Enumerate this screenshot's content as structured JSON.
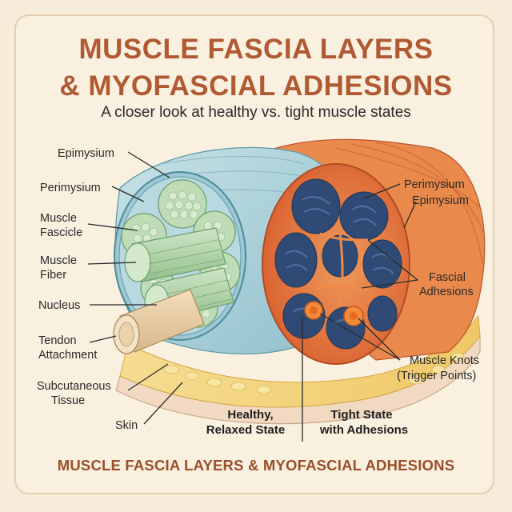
{
  "title_line1": "MUSCLE FASCIA LAYERS",
  "title_line2": "& MYOFASCIAL ADHESIONS",
  "subtitle": "A closer look at healthy vs. tight muscle states",
  "footer": "MUSCLE FASCIA LAYERS & MYOFASCIAL ADHESIONS",
  "labels": {
    "epimysium_left": "Epimysium",
    "perimysium_left": "Perimysium",
    "muscle_fascicle_1": "Muscle",
    "muscle_fascicle_2": "Fascicle",
    "muscle_fiber_1": "Muscle",
    "muscle_fiber_2": "Fiber",
    "nucleus": "Nucleus",
    "tendon_1": "Tendon",
    "tendon_2": "Attachment",
    "subcutaneous_1": "Subcutaneous",
    "subcutaneous_2": "Tissue",
    "skin": "Skin",
    "perimysium_right": "Perimysium",
    "epimysium_right": "Epimysium",
    "fascial_adhesions_1": "Fascial",
    "fascial_adhesions_2": "Adhesions",
    "muscle_knots_1": "Muscle Knots",
    "muscle_knots_2": "(Trigger Points)",
    "healthy_1": "Healthy,",
    "healthy_2": "Relaxed State",
    "tight_1": "Tight State",
    "tight_2": "with Adhesions"
  },
  "colors": {
    "title": "#b05a33",
    "healthy_fascia": "#a9cfd8",
    "healthy_fiber": "#b9d9b6",
    "tight_tissue": "#e87a3e",
    "tight_fiber": "#33507a",
    "subcutaneous": "#f3d27a"
  }
}
